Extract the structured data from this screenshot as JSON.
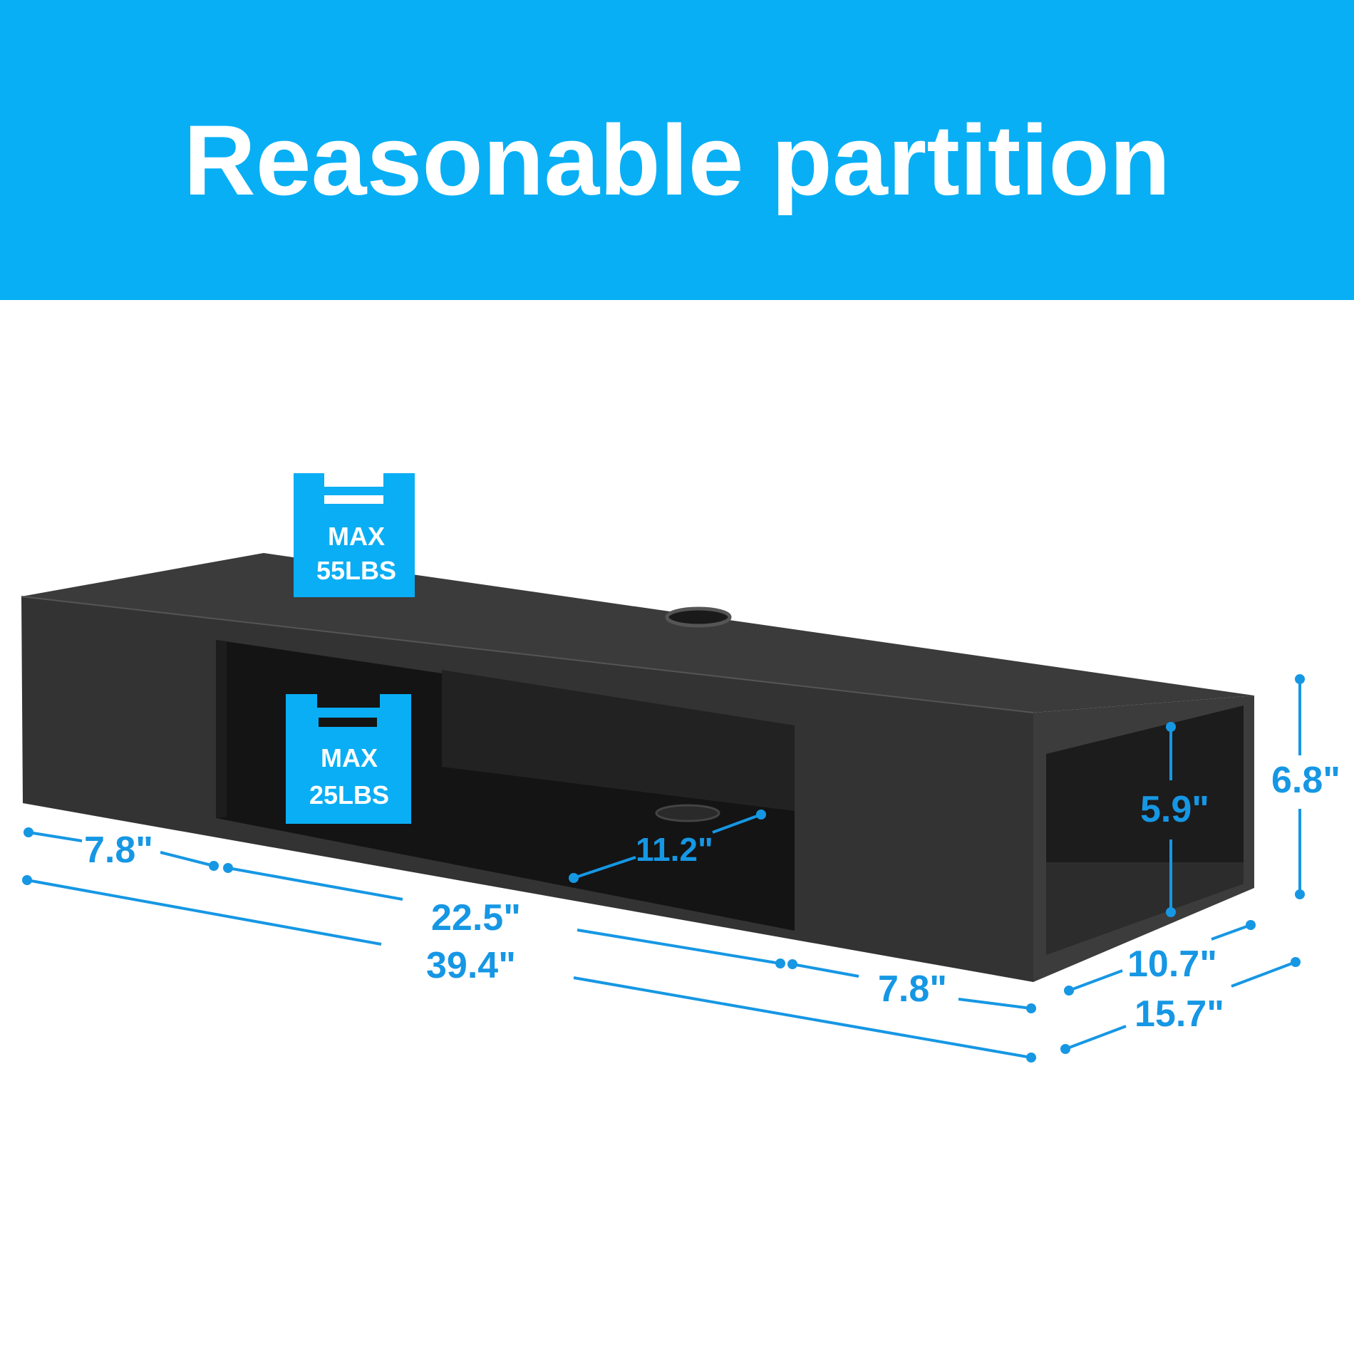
{
  "banner": {
    "title": "Reasonable partition",
    "color": "#08aff5"
  },
  "accent_color": "#1697e4",
  "product_color": "#333333",
  "load_labels": {
    "top": {
      "line1": "MAX",
      "line2": "55LBS"
    },
    "shelf": {
      "line1": "MAX",
      "line2": "25LBS"
    }
  },
  "dimensions": {
    "left_cabinet_width": "7.8\"",
    "middle_opening_width": "22.5\"",
    "total_width": "39.4\"",
    "right_cabinet_width": "7.8\"",
    "shelf_depth": "11.2\"",
    "inner_height": "5.9\"",
    "total_height": "6.8\"",
    "inner_depth": "10.7\"",
    "total_depth": "15.7\""
  }
}
